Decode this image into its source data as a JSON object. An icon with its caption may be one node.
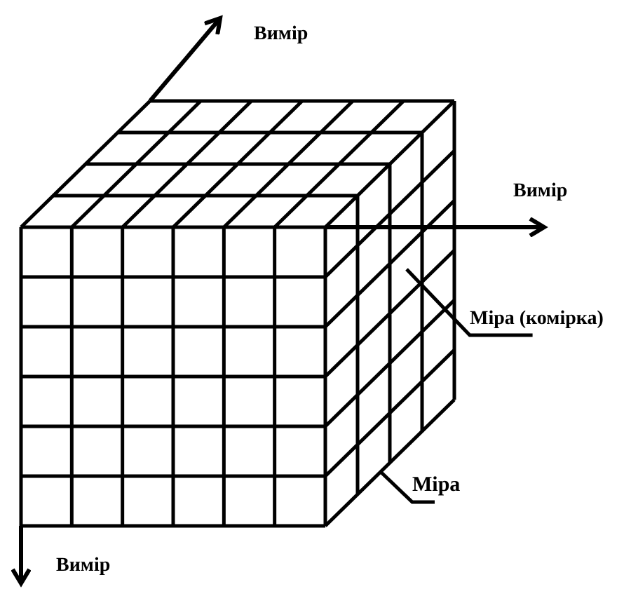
{
  "diagram": {
    "nodes": [
      {
        "text": [
          "Міра (комірка)"
        ]
      },
      {
        "text": [
          "Міра"
        ]
      }
    ],
    "edges": [
      {
        "from": 0,
        "to": null,
        "arrow": "none"
      },
      {
        "from": 1,
        "to": null,
        "arrow": "none"
      }
    ],
    "labels": [
      "Вимір",
      "Вимір",
      "Вимір"
    ]
  }
}
